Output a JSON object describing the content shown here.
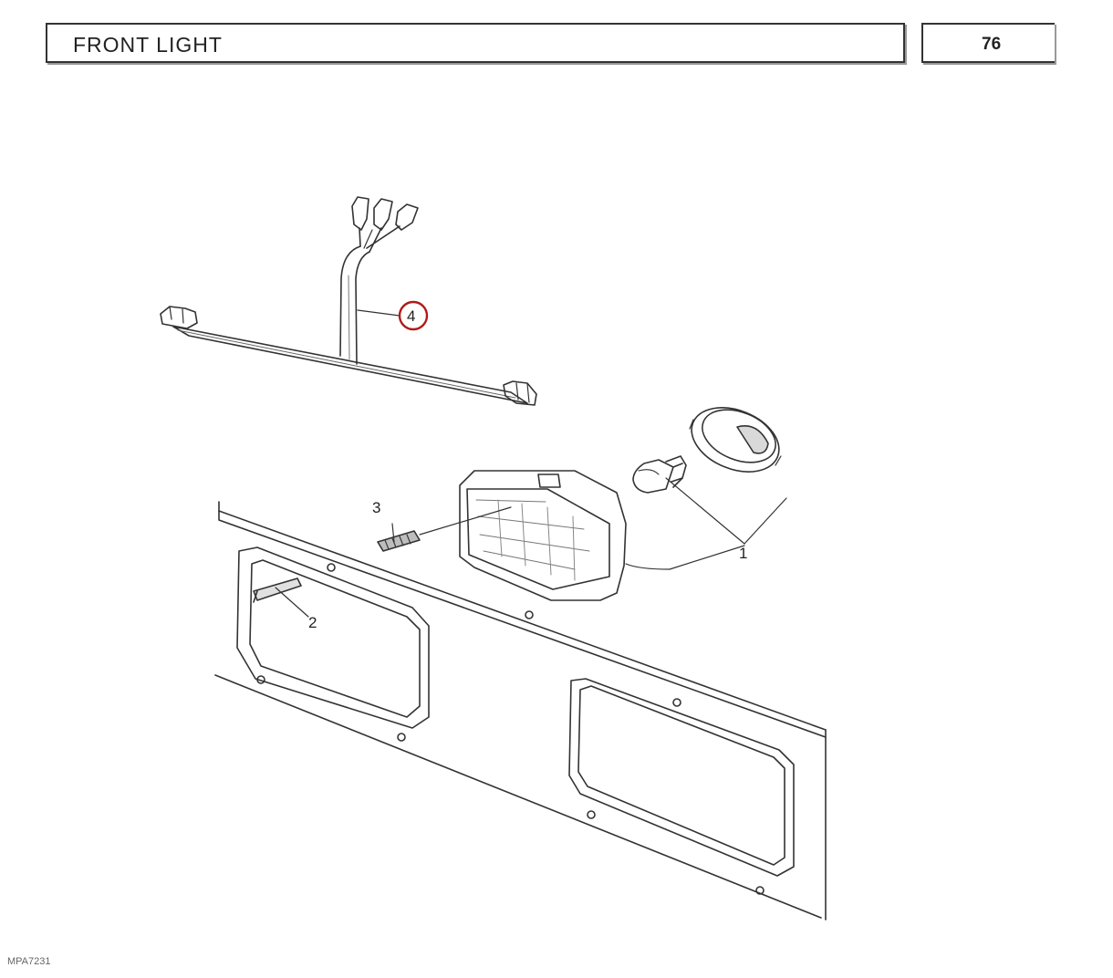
{
  "header": {
    "title": "FRONT LIGHT",
    "page_number": "76"
  },
  "callouts": {
    "item_1": "1",
    "item_2": "2",
    "item_3": "3",
    "item_4": "4"
  },
  "highlight_color": "#b11a1a",
  "drawing_code": "MPA7231"
}
